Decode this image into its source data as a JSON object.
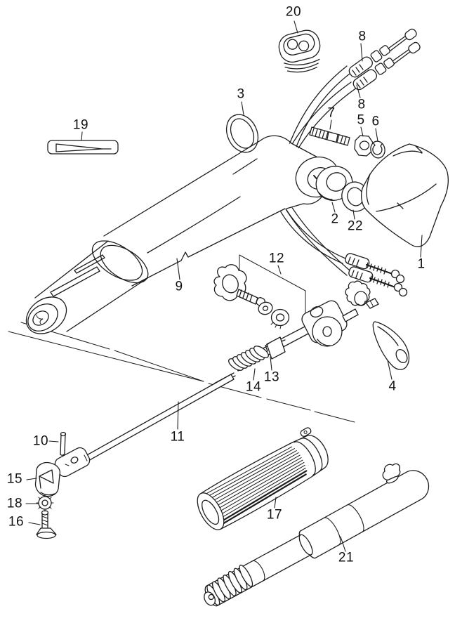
{
  "figure": {
    "kind": "exploded-parts-diagram",
    "background_color": "#ffffff",
    "line_color": "#1c1c1c"
  },
  "callouts": {
    "c1": {
      "label": "1"
    },
    "c2": {
      "label": "2"
    },
    "c3": {
      "label": "3"
    },
    "c4": {
      "label": "4"
    },
    "c5": {
      "label": "5"
    },
    "c6": {
      "label": "6"
    },
    "c7": {
      "label": "7"
    },
    "c8a": {
      "label": "8"
    },
    "c8b": {
      "label": "8"
    },
    "c9": {
      "label": "9"
    },
    "c10": {
      "label": "10"
    },
    "c11": {
      "label": "11"
    },
    "c12": {
      "label": "12"
    },
    "c13": {
      "label": "13"
    },
    "c14": {
      "label": "14"
    },
    "c15": {
      "label": "15"
    },
    "c16": {
      "label": "16"
    },
    "c17": {
      "label": "17"
    },
    "c18": {
      "label": "18"
    },
    "c19": {
      "label": "19"
    },
    "c20": {
      "label": "20"
    },
    "c21": {
      "label": "21"
    },
    "c22": {
      "label": "22"
    }
  }
}
